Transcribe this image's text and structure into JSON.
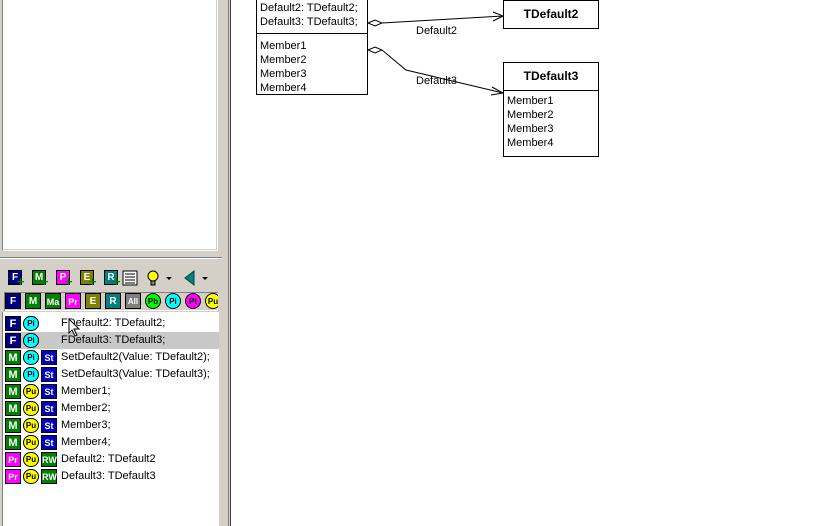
{
  "toolbar": {
    "buttons": [
      {
        "glyph": "F",
        "color": "#000080",
        "icon": "add-field-icon"
      },
      {
        "glyph": "M",
        "color": "#008000",
        "icon": "add-method-icon"
      },
      {
        "glyph": "P",
        "color": "#ff00ff",
        "icon": "add-property-icon"
      },
      {
        "glyph": "E",
        "color": "#808000",
        "icon": "add-event-icon"
      },
      {
        "glyph": "R",
        "color": "#008080",
        "icon": "add-record-icon"
      }
    ]
  },
  "filters": [
    {
      "label": "F",
      "color": "#000080",
      "icon": "filter-fields-icon",
      "round": false
    },
    {
      "label": "M",
      "color": "#008000",
      "icon": "filter-methods-icon",
      "round": false
    },
    {
      "label": "Ma",
      "color": "#008000",
      "icon": "filter-message-icon",
      "round": false
    },
    {
      "label": "Pr",
      "color": "#ff00ff",
      "icon": "filter-properties-icon",
      "round": false
    },
    {
      "label": "E",
      "color": "#808000",
      "icon": "filter-events-icon",
      "round": false
    },
    {
      "label": "R",
      "color": "#008080",
      "icon": "filter-records-icon",
      "round": false
    },
    {
      "label": "All",
      "color": "#808080",
      "icon": "filter-all-icon",
      "round": false
    },
    {
      "label": "Pb",
      "color": "#00ff00",
      "icon": "filter-published-icon",
      "round": true
    },
    {
      "label": "Pi",
      "color": "#00ffff",
      "icon": "filter-private-icon",
      "round": true
    },
    {
      "label": "Pt",
      "color": "#ff00ff",
      "icon": "filter-protected-icon",
      "round": true
    },
    {
      "label": "Pu",
      "color": "#ffff00",
      "icon": "filter-public-icon",
      "round": true
    }
  ],
  "members": [
    {
      "kind": "F",
      "kind_color": "#000080",
      "vis": "Pi",
      "vis_color": "#00ffff",
      "extra": "",
      "extra_color": "",
      "text": "FDefault2: TDefault2;",
      "selected": false
    },
    {
      "kind": "F",
      "kind_color": "#000080",
      "vis": "Pi",
      "vis_color": "#00ffff",
      "extra": "",
      "extra_color": "",
      "text": "FDefault3: TDefault3;",
      "selected": true
    },
    {
      "kind": "M",
      "kind_color": "#008000",
      "vis": "Pi",
      "vis_color": "#00ffff",
      "extra": "St",
      "extra_color": "#0000c0",
      "text": "SetDefault2(Value: TDefault2);",
      "selected": false
    },
    {
      "kind": "M",
      "kind_color": "#008000",
      "vis": "Pi",
      "vis_color": "#00ffff",
      "extra": "St",
      "extra_color": "#0000c0",
      "text": "SetDefault3(Value: TDefault3);",
      "selected": false
    },
    {
      "kind": "M",
      "kind_color": "#008000",
      "vis": "Pu",
      "vis_color": "#ffff00",
      "extra": "St",
      "extra_color": "#0000c0",
      "text": "Member1;",
      "selected": false
    },
    {
      "kind": "M",
      "kind_color": "#008000",
      "vis": "Pu",
      "vis_color": "#ffff00",
      "extra": "St",
      "extra_color": "#0000c0",
      "text": "Member2;",
      "selected": false
    },
    {
      "kind": "M",
      "kind_color": "#008000",
      "vis": "Pu",
      "vis_color": "#ffff00",
      "extra": "St",
      "extra_color": "#0000c0",
      "text": "Member3;",
      "selected": false
    },
    {
      "kind": "M",
      "kind_color": "#008000",
      "vis": "Pu",
      "vis_color": "#ffff00",
      "extra": "St",
      "extra_color": "#0000c0",
      "text": "Member4;",
      "selected": false
    },
    {
      "kind": "Pr",
      "kind_color": "#ff00ff",
      "vis": "Pu",
      "vis_color": "#ffff00",
      "extra": "RW",
      "extra_color": "#008000",
      "text": "Default2: TDefault2",
      "selected": false
    },
    {
      "kind": "Pr",
      "kind_color": "#ff00ff",
      "vis": "Pu",
      "vis_color": "#ffff00",
      "extra": "RW",
      "extra_color": "#008000",
      "text": "Default3: TDefault3",
      "selected": false
    }
  ],
  "diagram": {
    "main_class": {
      "properties": [
        "Default2: TDefault2;",
        "Default3: TDefault3;"
      ],
      "methods": [
        "Member1",
        "Member2",
        "Member3",
        "Member4"
      ]
    },
    "class2": {
      "name": "TDefault2"
    },
    "class3": {
      "name": "TDefault3",
      "methods": [
        "Member1",
        "Member2",
        "Member3",
        "Member4"
      ]
    },
    "assoc2_label": "Default2",
    "assoc3_label": "Default3"
  }
}
